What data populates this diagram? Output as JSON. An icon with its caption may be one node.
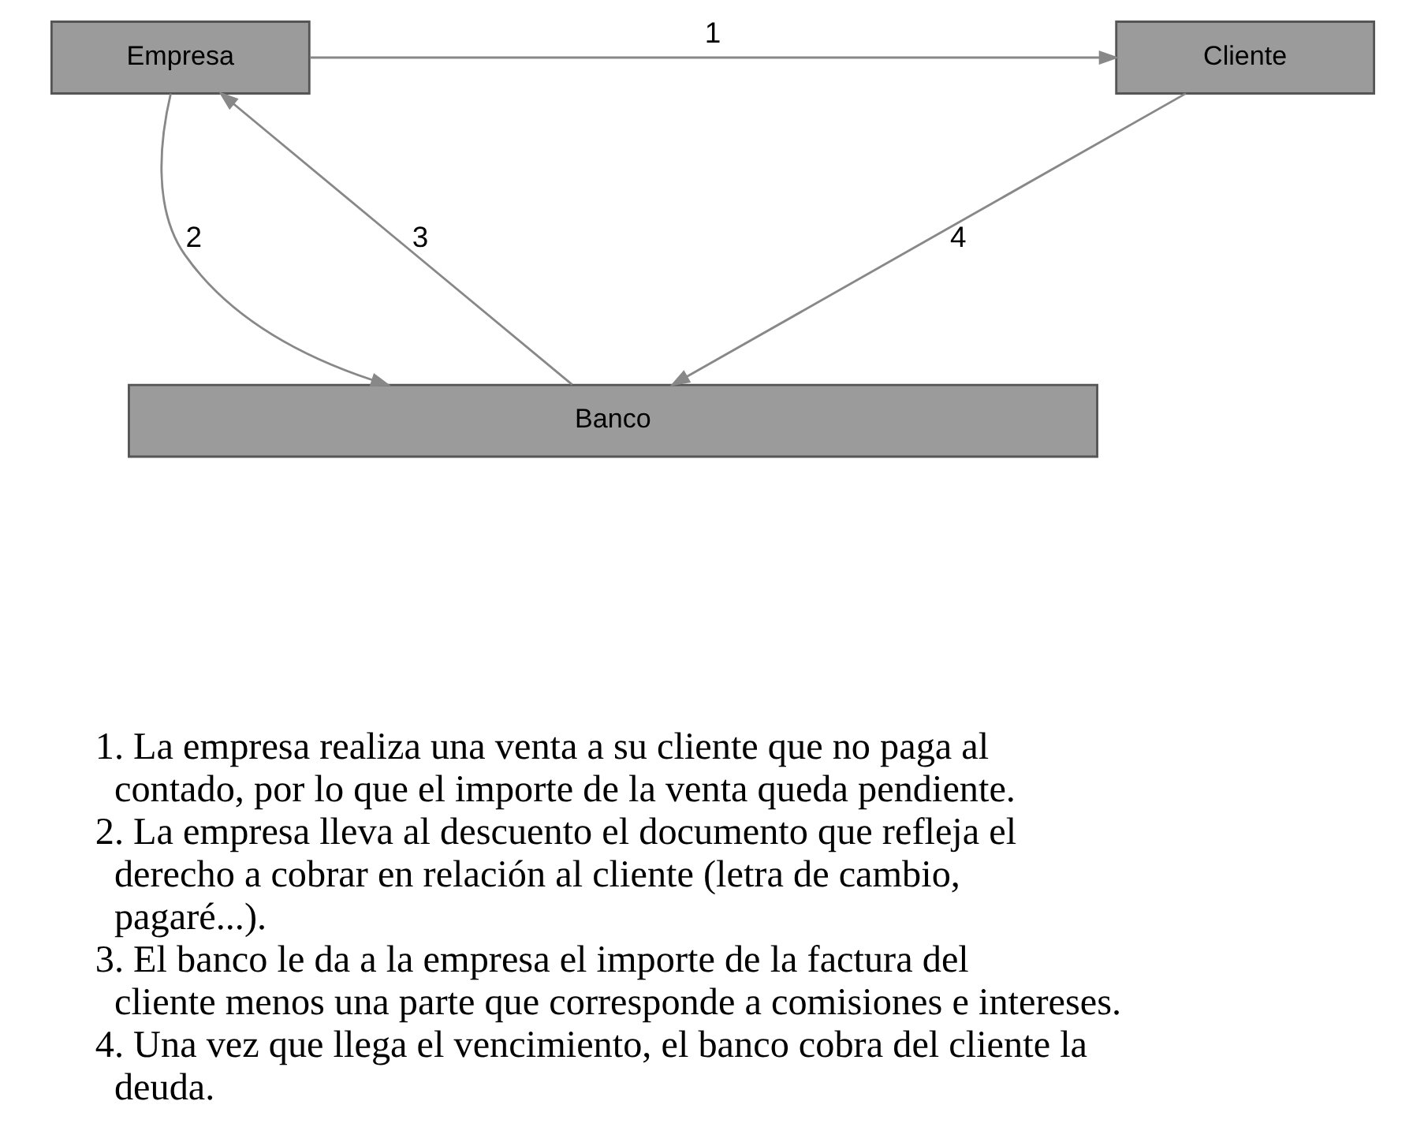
{
  "diagram": {
    "nodes": [
      {
        "text": [
          "Empresa"
        ]
      },
      {
        "text": [
          "Cliente"
        ]
      },
      {
        "text": [
          "Banco"
        ]
      }
    ],
    "edges": [
      {
        "from": 0,
        "to": 1,
        "arrow": "to",
        "label": "1"
      },
      {
        "from": 0,
        "to": 2,
        "arrow": "to",
        "label": "2"
      },
      {
        "from": 2,
        "to": 0,
        "arrow": "to",
        "label": "3"
      },
      {
        "from": 1,
        "to": 2,
        "arrow": "to",
        "label": "4"
      }
    ],
    "labels": [
      "1. La empresa realiza una venta a su cliente que no paga al contado, por lo que el importe de la venta queda pendiente.",
      "2. La empresa lleva al descuento el documento que refleja el derecho a cobrar en relación al cliente (letra de cambio, pagaré...).",
      "3. El banco le da a la empresa el importe de la factura del cliente menos una parte que corresponde a comisiones e intereses.",
      "4. Una vez que llega el vencimiento, el banco cobra del cliente la deuda."
    ]
  }
}
